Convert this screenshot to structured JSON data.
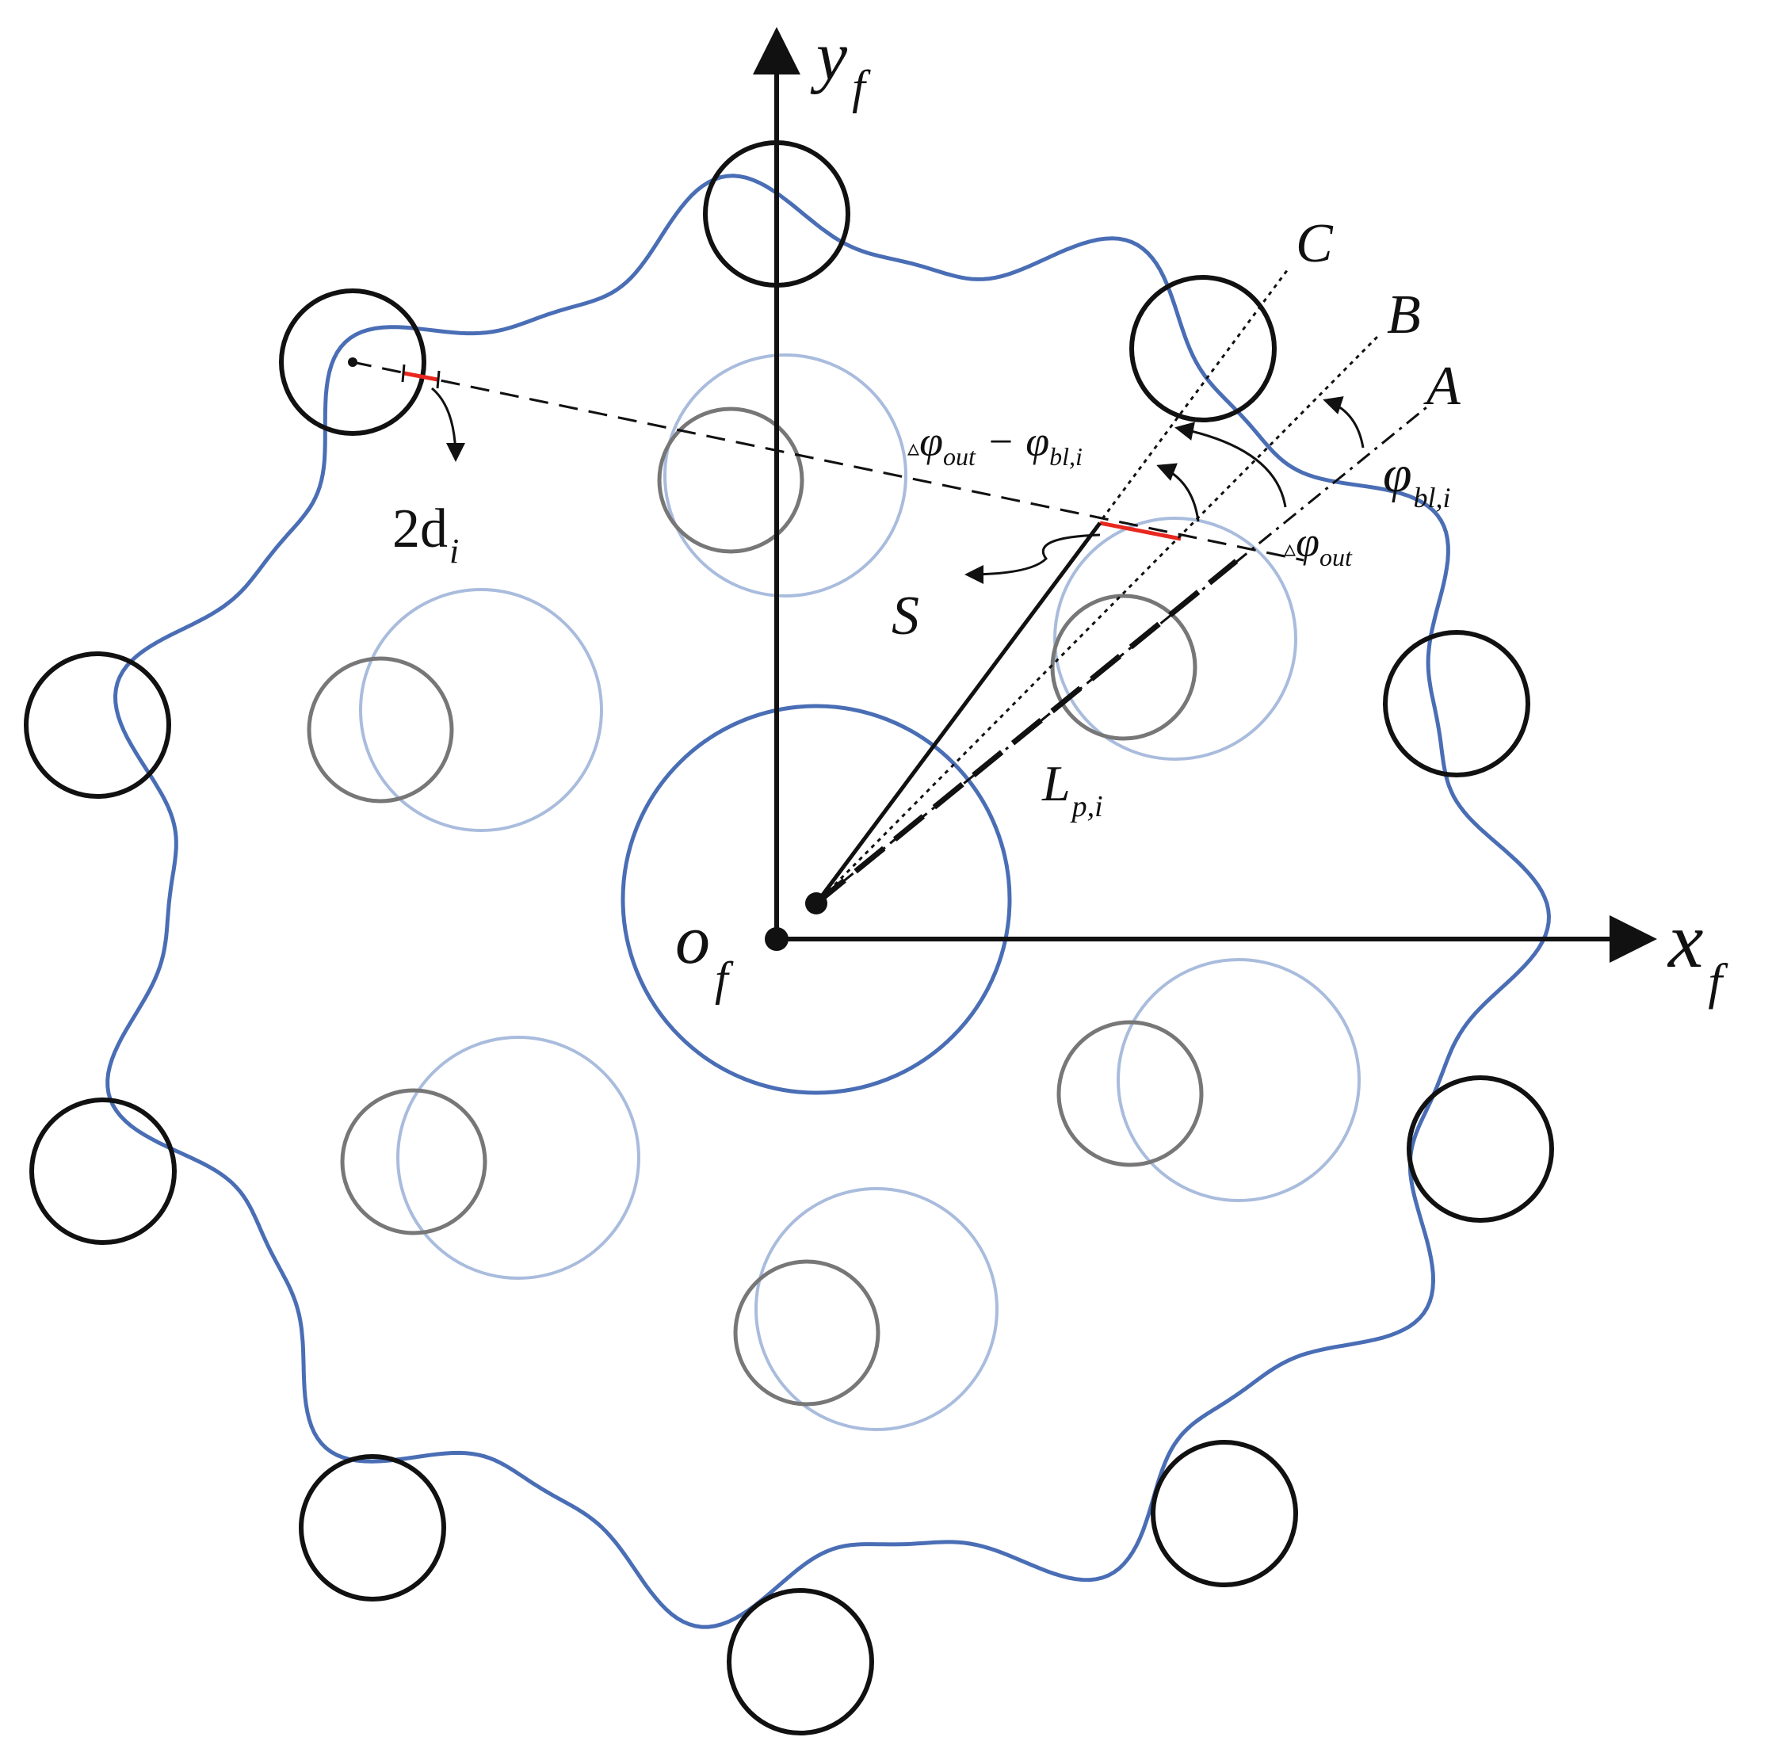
{
  "colors": {
    "profile": "#4a6eb5",
    "pin_light": "#a9bcdd",
    "roller_inner": "#777777",
    "black": "#111111",
    "red": "#e8281f"
  },
  "labels": {
    "y_axis": {
      "main": "y",
      "sub": "f"
    },
    "x_axis": {
      "main": "x",
      "sub": "f"
    },
    "origin": {
      "main": "o",
      "sub": "f"
    },
    "C": "C",
    "B": "B",
    "A": "A",
    "S": "S",
    "two_d": {
      "main": "2d",
      "sub": "i"
    },
    "phi_bl": {
      "main": "φ",
      "sub": "bl,i"
    },
    "delta_phi_out": {
      "delta": "▵",
      "main": "φ",
      "sub": "out"
    },
    "delta_phi_minus": {
      "delta": "▵",
      "main1": "φ",
      "sub1": "out",
      "minus": " − ",
      "main2": "φ",
      "sub2": "bl,i"
    },
    "L_p": {
      "main": "L",
      "sub": "p,i"
    }
  }
}
